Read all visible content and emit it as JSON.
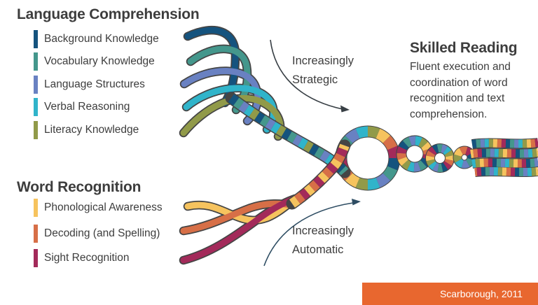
{
  "language_comprehension": {
    "heading": "Language Comprehension",
    "items": [
      {
        "label": "Background Knowledge",
        "color": "#15537e"
      },
      {
        "label": "Vocabulary Knowledge",
        "color": "#44978c"
      },
      {
        "label": "Language Structures",
        "color": "#6981c2"
      },
      {
        "label": "Verbal Reasoning",
        "color": "#30b4ca"
      },
      {
        "label": "Literacy Knowledge",
        "color": "#919a49"
      }
    ]
  },
  "word_recognition": {
    "heading": "Word Recognition",
    "items": [
      {
        "label": "Phonological Awareness",
        "color": "#f6c35e"
      },
      {
        "label": "Decoding (and Spelling)",
        "color": "#d76f47"
      },
      {
        "label": "Sight Recognition",
        "color": "#a32a5a"
      }
    ]
  },
  "annotations": {
    "strategic": {
      "line1": "Increasingly",
      "line2": "Strategic"
    },
    "automatic": {
      "line1": "Increasingly",
      "line2": "Automatic"
    }
  },
  "skilled_reading": {
    "heading": "Skilled Reading",
    "lines": [
      "Fluent execution and",
      "coordination of word",
      "recognition and text",
      "comprehension."
    ]
  },
  "credit": {
    "label": "Scarborough, 2011",
    "background": "#e8672f",
    "text_color": "#ffffff"
  },
  "colors": {
    "text": "#3d3d3d",
    "outline": "#454545",
    "arrow_strategic": "#383f45",
    "arrow_automatic": "#2e4d63",
    "rope": [
      "#15537e",
      "#44978c",
      "#6981c2",
      "#30b4ca",
      "#919a49",
      "#f6c35e",
      "#d76f47",
      "#a32a5a"
    ]
  }
}
